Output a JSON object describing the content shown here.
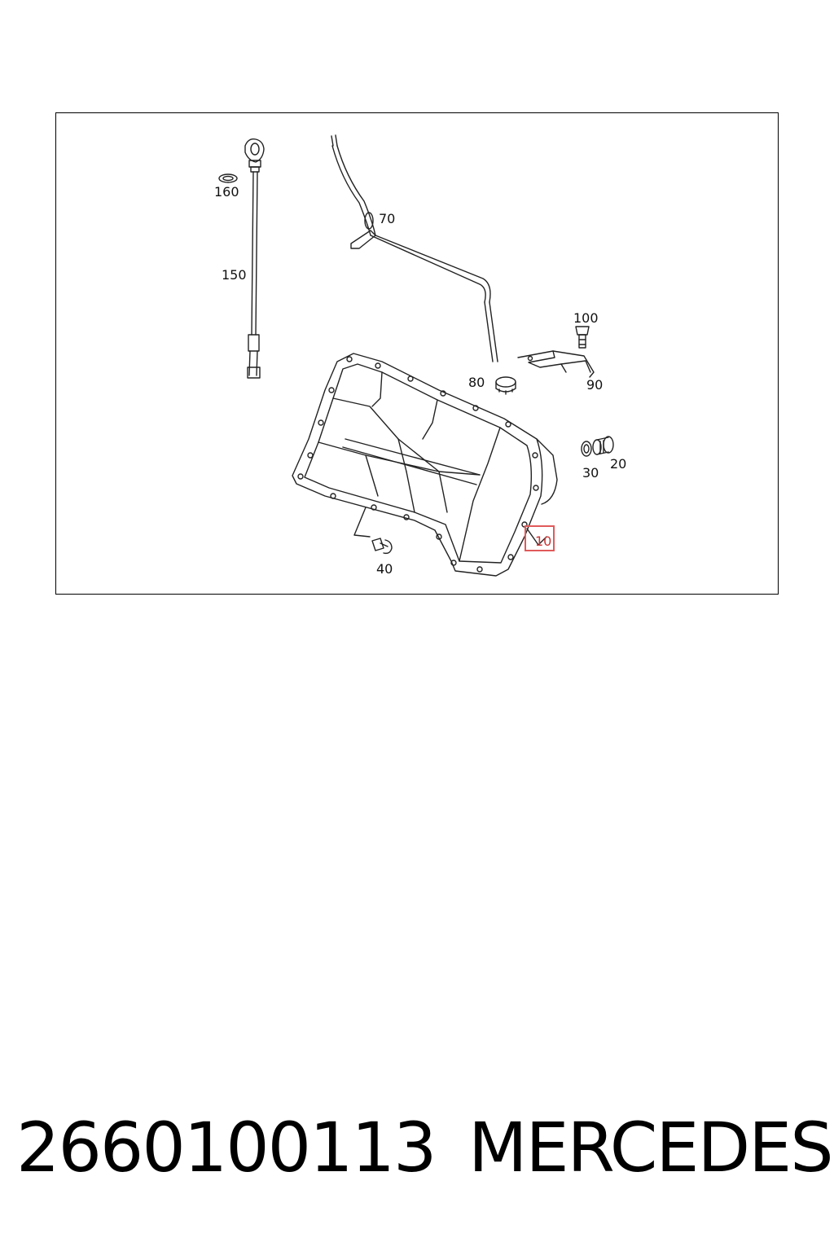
{
  "diagram": {
    "callouts": [
      {
        "id": "c10",
        "label": "10",
        "highlighted": true
      },
      {
        "id": "c20",
        "label": "20"
      },
      {
        "id": "c30",
        "label": "30"
      },
      {
        "id": "c40",
        "label": "40"
      },
      {
        "id": "c70",
        "label": "70"
      },
      {
        "id": "c80",
        "label": "80"
      },
      {
        "id": "c90",
        "label": "90"
      },
      {
        "id": "c100",
        "label": "100"
      },
      {
        "id": "c150",
        "label": "150"
      },
      {
        "id": "c160",
        "label": "160"
      }
    ],
    "highlight_color": "#e05a5a"
  },
  "footer": {
    "part_number": "2660100113",
    "brand": "MERCEDES"
  }
}
